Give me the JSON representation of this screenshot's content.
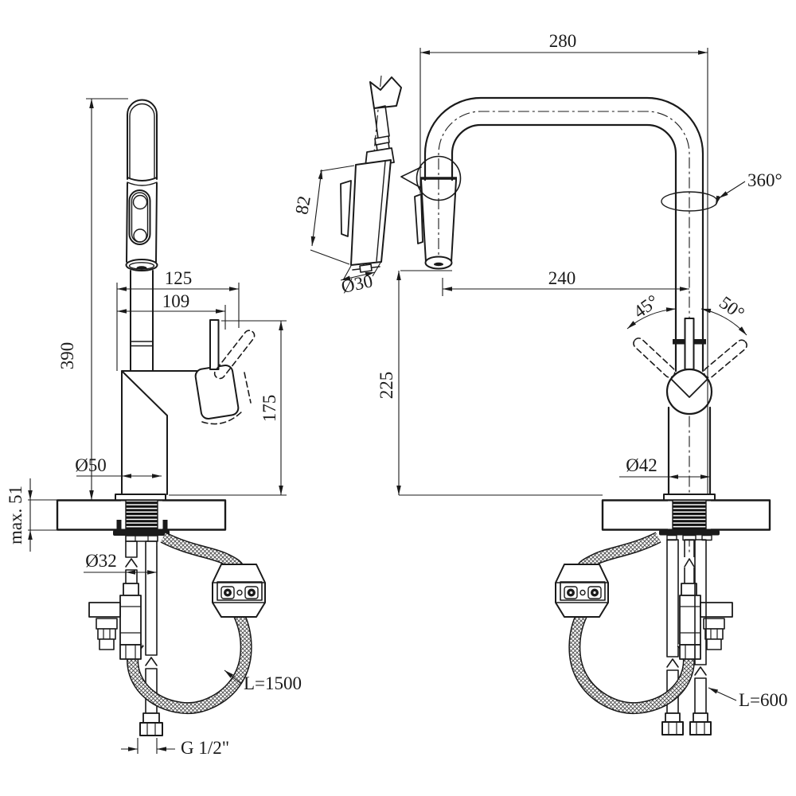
{
  "drawing": {
    "type": "faucet-technical-drawing",
    "colors": {
      "background": "#ffffff",
      "line": "#1a1a1a"
    },
    "side_view": {
      "overall_height": "390",
      "max_deck_thickness": "max. 51",
      "spout_offset": "125",
      "handle_offset": "109",
      "height_above_deck": "175",
      "base_diameter": "Ø50",
      "mounting_hole_diameter": "Ø32",
      "pullout_hose_length": "L=1500",
      "connection_thread": "G 1/2\""
    },
    "front_view": {
      "reach_overall": "280",
      "reach_to_axis": "240",
      "outlet_height": "225",
      "swivel_angle": "360°",
      "handle_angle_left": "45°",
      "handle_angle_right": "50°",
      "body_diameter": "Ø42",
      "supply_hose_length": "L=600"
    },
    "spray_detail": {
      "head_length": "82",
      "head_diameter": "Ø30"
    }
  }
}
